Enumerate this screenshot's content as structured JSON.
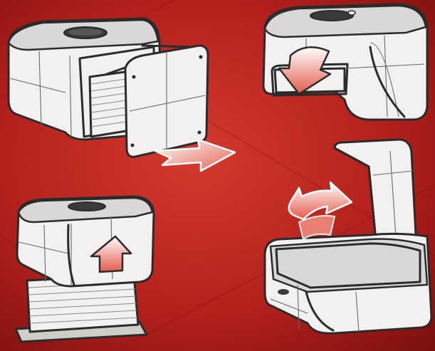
{
  "palette": {
    "background": "#b3201c",
    "background_light": "#d23a2e",
    "background_dark": "#7d110f",
    "paper": "#f2f1ef",
    "ink": "#2b2b2b",
    "arrow_fill": "#f08a7c"
  },
  "panels": [
    {
      "id": "panel-drawer-open",
      "arrow": "none"
    },
    {
      "id": "panel-insert-down",
      "arrow": "down-arrow"
    },
    {
      "id": "panel-lid-open",
      "arrow": "up-arrow"
    },
    {
      "id": "panel-lift-up",
      "arrow": "up-arrow"
    }
  ],
  "flow_arrow": "right-arrow"
}
